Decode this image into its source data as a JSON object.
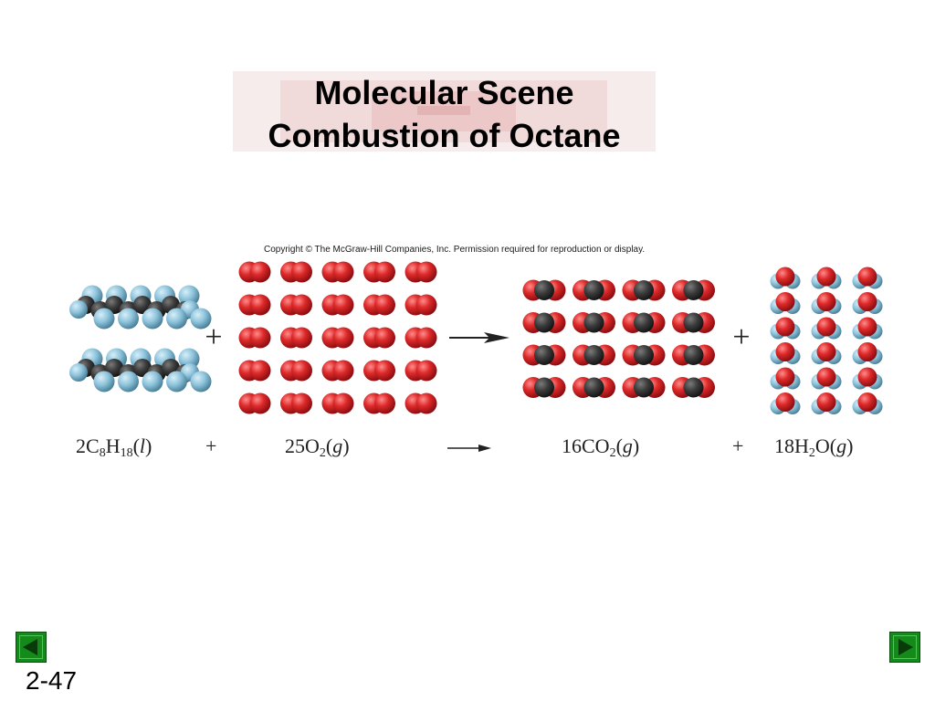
{
  "slide": {
    "title_line1": "Molecular Scene",
    "title_line2": "Combustion of Octane",
    "copyright": "Copyright © The McGraw-Hill Companies, Inc. Permission required for reproduction or display.",
    "slide_number": "2-47"
  },
  "equation": {
    "reactant1": {
      "coef": "2",
      "a": "C",
      "a_sub": "8",
      "b": "H",
      "b_sub": "18",
      "state": "l"
    },
    "plus1": "+",
    "reactant2": {
      "coef": "25",
      "a": "O",
      "a_sub": "2",
      "state": "g"
    },
    "product1": {
      "coef": "16",
      "a": "CO",
      "a_sub": "2",
      "state": "g"
    },
    "plus2": "+",
    "product2": {
      "coef": "18",
      "a": "H",
      "a_sub": "2",
      "b": "O",
      "state": "g"
    }
  },
  "scene_symbols": {
    "plus": "+"
  },
  "colors": {
    "oxygen": "#d8202a",
    "carbon": "#3a3a3a",
    "hydrogen": "#8ec4dc",
    "nav_green": "#138a1a"
  },
  "icons": [
    "prev-slide-icon",
    "next-slide-icon",
    "reaction-arrow-icon"
  ]
}
